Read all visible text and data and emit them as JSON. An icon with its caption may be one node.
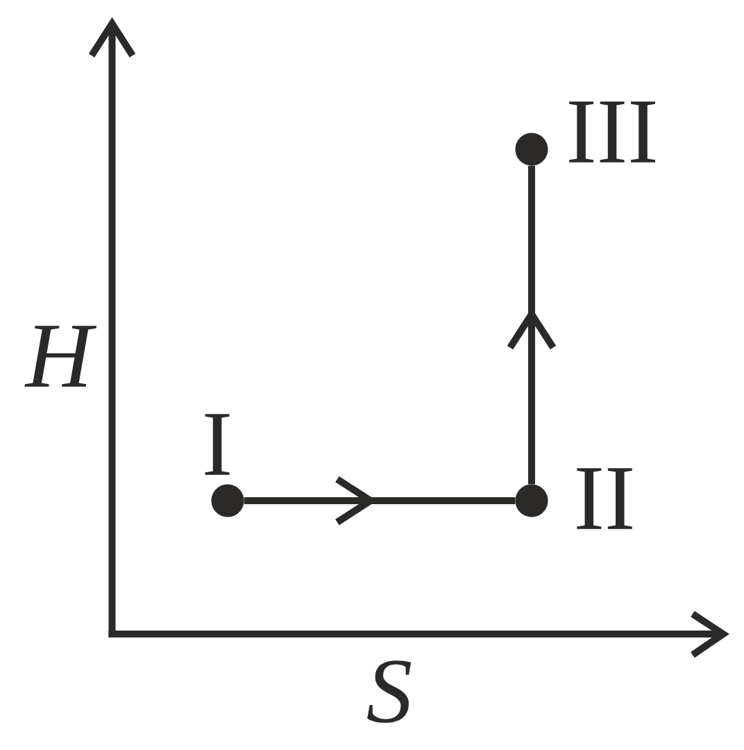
{
  "diagram": {
    "nodes": [
      {
        "text": [],
        "shape": "circle",
        "beside": [
          "I"
        ]
      },
      {
        "text": [],
        "shape": "circle",
        "beside": [
          "II"
        ]
      },
      {
        "text": [],
        "shape": "circle",
        "beside": [
          "III"
        ]
      }
    ],
    "edges": [
      {
        "from": 0,
        "to": 1,
        "arrow": "to"
      },
      {
        "from": 1,
        "to": 2,
        "arrow": "to"
      }
    ],
    "labels": [
      "H",
      "S"
    ]
  }
}
